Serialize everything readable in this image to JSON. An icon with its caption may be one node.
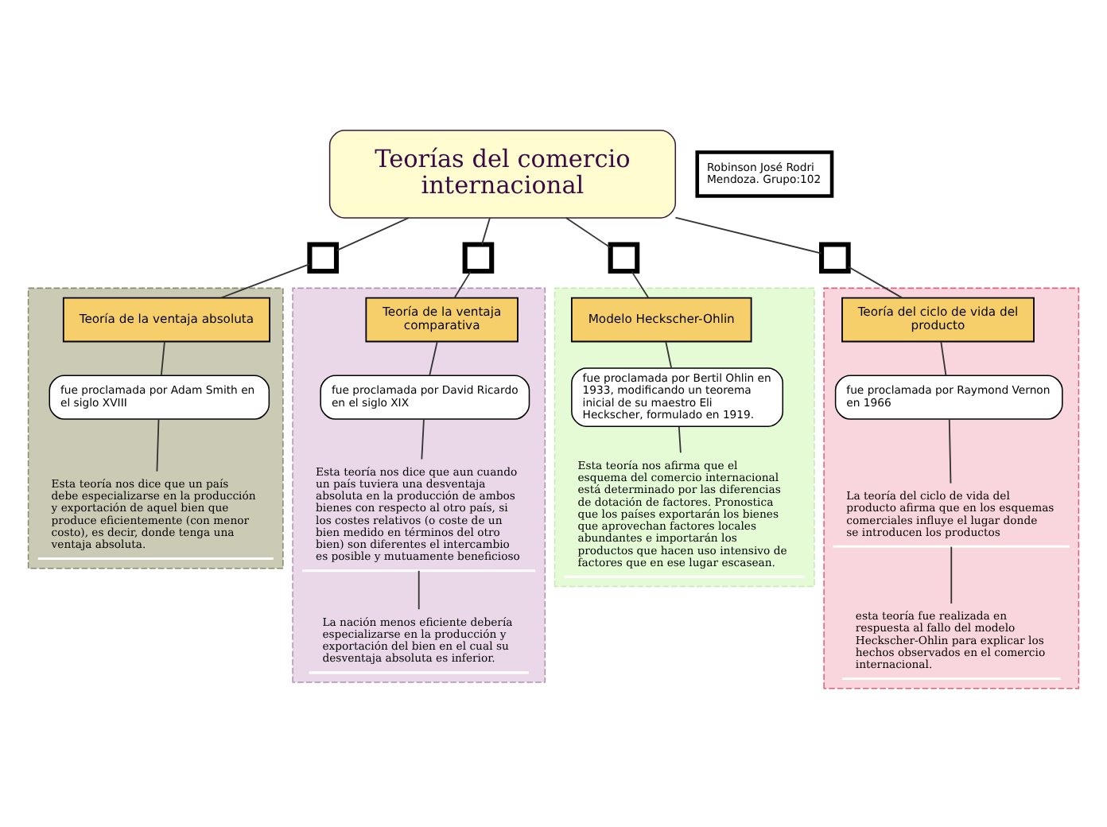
{
  "diagram": {
    "nodes": [
      {
        "text": [
          "Teorías del comercio internacional"
        ]
      },
      {
        "text": [],
        "shape": "box"
      },
      {
        "text": [],
        "shape": "box"
      },
      {
        "text": [
          "Teoría de la ventaja absoluta"
        ],
        "in": 2
      },
      {
        "text": [
          "fue proclamada por Adam Smith en el siglo XVIII"
        ],
        "in": 2
      },
      {
        "text": [
          "Esta teoría nos dice que un país debe especializarse en la producción y exportación de aquel bien que produce eficientemente (con menor costo), es decir, donde tenga una ventaja absoluta."
        ],
        "in": 2
      },
      {
        "text": [],
        "shape": "box"
      },
      {
        "text": [],
        "shape": "box"
      },
      {
        "text": [
          "Teoría de la ventaja comparativa"
        ],
        "in": 7
      },
      {
        "text": [
          "fue proclamada por David Ricardo en el siglo XIX"
        ],
        "in": 7
      },
      {
        "text": [
          "Esta teoría nos dice que aun cuando un país tuviera una desventaja absoluta en la producción de ambos bienes con respecto al otro país, si los costes relativos (o coste de un bien medido en términos del otro bien) son diferentes el intercambio es posible y mutuamente beneficioso"
        ],
        "in": 7
      },
      {
        "text": [
          "La nación menos eficiente debería especializarse en la producción y exportación del bien en el cual su desventaja absoluta es inferior."
        ],
        "in": 7
      },
      {
        "text": [],
        "shape": "box"
      },
      {
        "text": [],
        "shape": "box"
      },
      {
        "text": [
          "Modelo Heckscher-Ohlin"
        ],
        "in": 13
      },
      {
        "text": [
          "fue proclamada por Bertil Ohlin en 1933, modificando un teorema inicial de su maestro Eli Heckscher, formulado en 1919."
        ],
        "in": 13
      },
      {
        "text": [
          "Esta teoría nos afirma que el esquema del comercio internacional está determinado por las diferencias de dotación de factores. Pronostica que los países exportarán los bienes que aprovechan factores locales abundantes e importarán los productos que hacen uso intensivo de factores que en ese lugar escasean."
        ],
        "in": 13
      },
      {
        "text": [],
        "shape": "box"
      },
      {
        "text": [],
        "shape": "box"
      },
      {
        "text": [
          "Teoría del ciclo de vida del producto"
        ],
        "in": 18
      },
      {
        "text": [
          "fue proclamada por Raymond Vernon en 1966"
        ],
        "in": 18
      },
      {
        "text": [
          "La teoría del ciclo de vida del producto afirma que en los esquemas comerciales influye el lugar donde se introducen los productos"
        ],
        "in": 18
      },
      {
        "text": [
          "esta teoría fue realizada en respuesta al fallo del modelo Heckscher-Ohlin para explicar los hechos observados en el comercio internacional."
        ],
        "in": 18
      }
    ],
    "edges": [
      {
        "from": 0,
        "to": 1,
        "arrow": "none"
      },
      {
        "from": 1,
        "to": 3,
        "arrow": "none"
      },
      {
        "from": 3,
        "to": 4,
        "arrow": "none"
      },
      {
        "from": 4,
        "to": 5,
        "arrow": "none"
      },
      {
        "from": 0,
        "to": 6,
        "arrow": "none"
      },
      {
        "from": 6,
        "to": 8,
        "arrow": "none"
      },
      {
        "from": 8,
        "to": 9,
        "arrow": "none"
      },
      {
        "from": 9,
        "to": 10,
        "arrow": "none"
      },
      {
        "from": 10,
        "to": 11,
        "arrow": "none"
      },
      {
        "from": 0,
        "to": 12,
        "arrow": "none"
      },
      {
        "from": 12,
        "to": 14,
        "arrow": "none"
      },
      {
        "from": 14,
        "to": 15,
        "arrow": "none"
      },
      {
        "from": 15,
        "to": 16,
        "arrow": "none"
      },
      {
        "from": 0,
        "to": 17,
        "arrow": "none"
      },
      {
        "from": 17,
        "to": 19,
        "arrow": "none"
      },
      {
        "from": 19,
        "to": 20,
        "arrow": "none"
      },
      {
        "from": 20,
        "to": 21,
        "arrow": "none"
      },
      {
        "from": 21,
        "to": 22,
        "arrow": "none"
      }
    ],
    "labels": [
      "Robinson José Rodri Mendoza. Grupo:102"
    ]
  }
}
